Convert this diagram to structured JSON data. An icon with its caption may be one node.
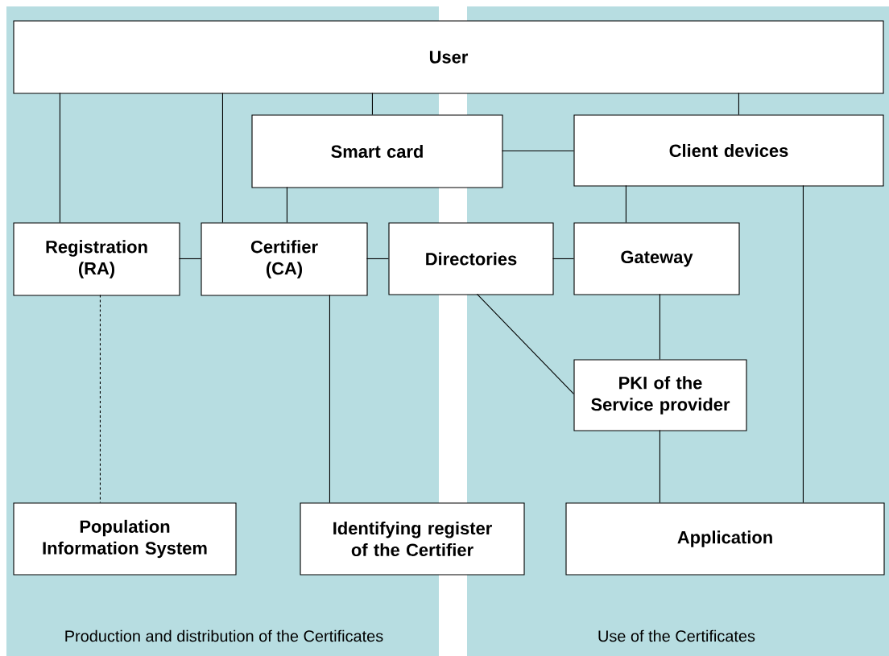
{
  "diagram": {
    "nodes": [
      {
        "text": [
          "User"
        ]
      },
      {
        "text": [
          "Smart card"
        ]
      },
      {
        "text": [
          "Client devices"
        ]
      },
      {
        "text": [
          "Registration (RA)"
        ]
      },
      {
        "text": [
          "Certifier (CA)"
        ]
      },
      {
        "text": [
          "Directories"
        ]
      },
      {
        "text": [
          "Gateway"
        ]
      },
      {
        "text": [
          "PKI of the Service provider"
        ]
      },
      {
        "text": [
          "Population Information System"
        ]
      },
      {
        "text": [
          "Identifying register of the Certifier"
        ]
      },
      {
        "text": [
          "Application"
        ]
      }
    ],
    "edges": [
      {
        "from": 0,
        "to": 3,
        "arrow": "none"
      },
      {
        "from": 0,
        "to": 4,
        "arrow": "none"
      },
      {
        "from": 0,
        "to": 1,
        "arrow": "none"
      },
      {
        "from": 0,
        "to": 2,
        "arrow": "none"
      },
      {
        "from": 1,
        "to": 2,
        "arrow": "none"
      },
      {
        "from": 1,
        "to": 4,
        "arrow": "none"
      },
      {
        "from": 3,
        "to": 4,
        "arrow": "none"
      },
      {
        "from": 4,
        "to": 5,
        "arrow": "none"
      },
      {
        "from": 5,
        "to": 6,
        "arrow": "none"
      },
      {
        "from": 2,
        "to": 6,
        "arrow": "none"
      },
      {
        "from": 2,
        "to": 10,
        "arrow": "none"
      },
      {
        "from": 6,
        "to": 7,
        "arrow": "none"
      },
      {
        "from": 5,
        "to": 7,
        "arrow": "none"
      },
      {
        "from": 7,
        "to": 10,
        "arrow": "none"
      },
      {
        "from": 4,
        "to": 9,
        "arrow": "none"
      },
      {
        "from": 3,
        "to": 8,
        "arrow": "none",
        "style": "dashed"
      }
    ],
    "labels": [
      "Production and distribution of the Certificates",
      "Use of the Certificates"
    ]
  }
}
